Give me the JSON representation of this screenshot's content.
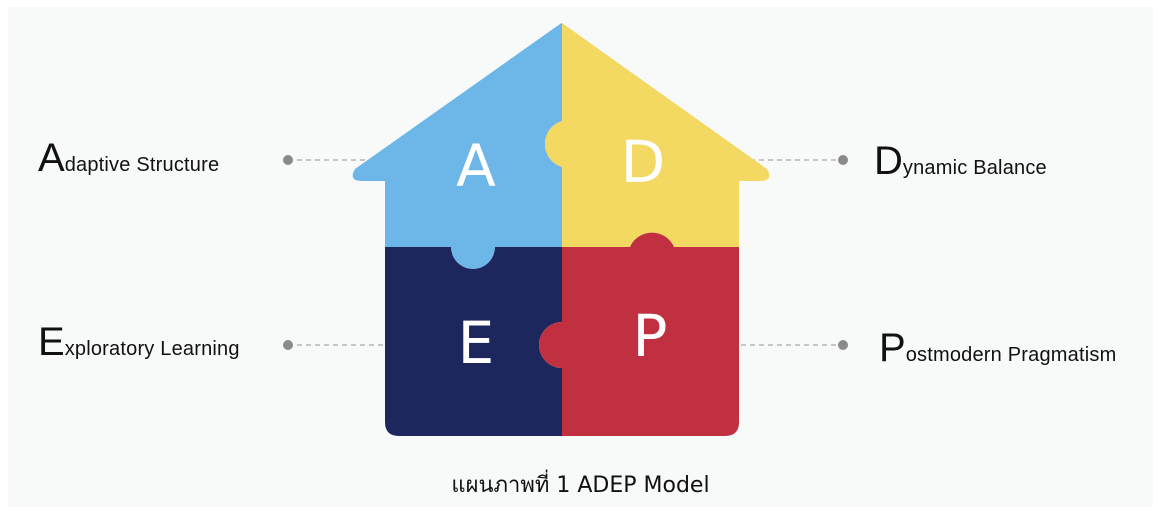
{
  "pieces": [
    {
      "id": "A",
      "letter": "A",
      "color": "#6cb7e8"
    },
    {
      "id": "D",
      "letter": "D",
      "color": "#f3d862"
    },
    {
      "id": "E",
      "letter": "E",
      "color": "#1d275e"
    },
    {
      "id": "P",
      "letter": "P",
      "color": "#c03041"
    }
  ],
  "labels": {
    "adaptive": {
      "initial": "A",
      "rest": "daptive Structure"
    },
    "dynamic": {
      "initial": "D",
      "rest": "ynamic Balance"
    },
    "exploratory": {
      "initial": "E",
      "rest": "xploratory Learning"
    },
    "postmodern": {
      "initial": "P",
      "rest": "ostmodern Pragmatism"
    }
  },
  "caption": "แผนภาพที่ 1 ADEP Model",
  "colors": {
    "background": "#f8f9f9",
    "connector": "#b5b5b5",
    "dot": "#8a8a8a"
  }
}
